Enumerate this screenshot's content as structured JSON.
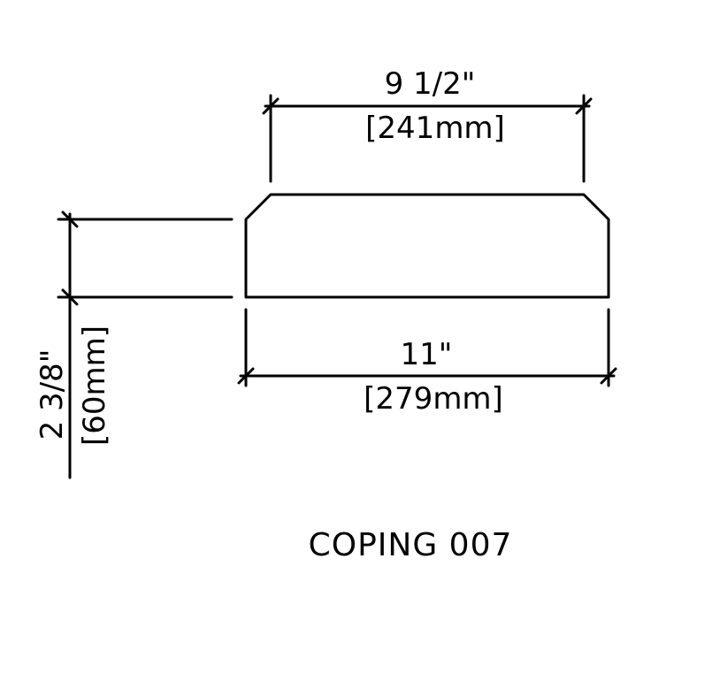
{
  "drawing": {
    "title": "COPING 007",
    "dimensions": {
      "top_width": {
        "imperial": "9 1/2\"",
        "metric": "[241mm]"
      },
      "bottom_width": {
        "imperial": "11\"",
        "metric": "[279mm]"
      },
      "height": {
        "imperial": "2 3/8\"",
        "metric": "[60mm]"
      }
    },
    "line_color": "#000000",
    "background_color": "#ffffff"
  }
}
